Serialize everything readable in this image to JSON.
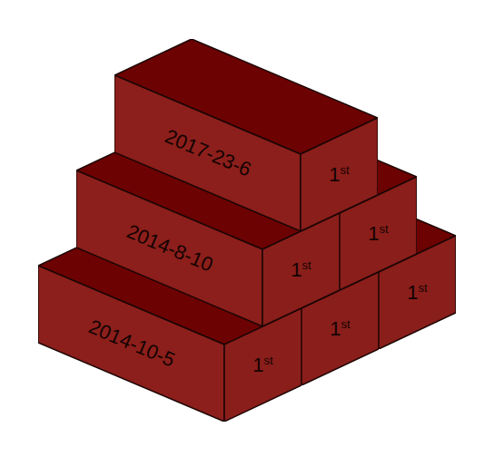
{
  "diagram": {
    "nodes": [
      {
        "text": [
          "2017-23-6",
          "1st"
        ]
      },
      {
        "text": [
          "2014-8-10",
          "1st"
        ]
      },
      {
        "text": [
          "1st"
        ]
      },
      {
        "text": [
          "2014-10-5",
          "1st"
        ]
      },
      {
        "text": [
          "1st"
        ]
      },
      {
        "text": [
          "1st"
        ]
      }
    ]
  }
}
